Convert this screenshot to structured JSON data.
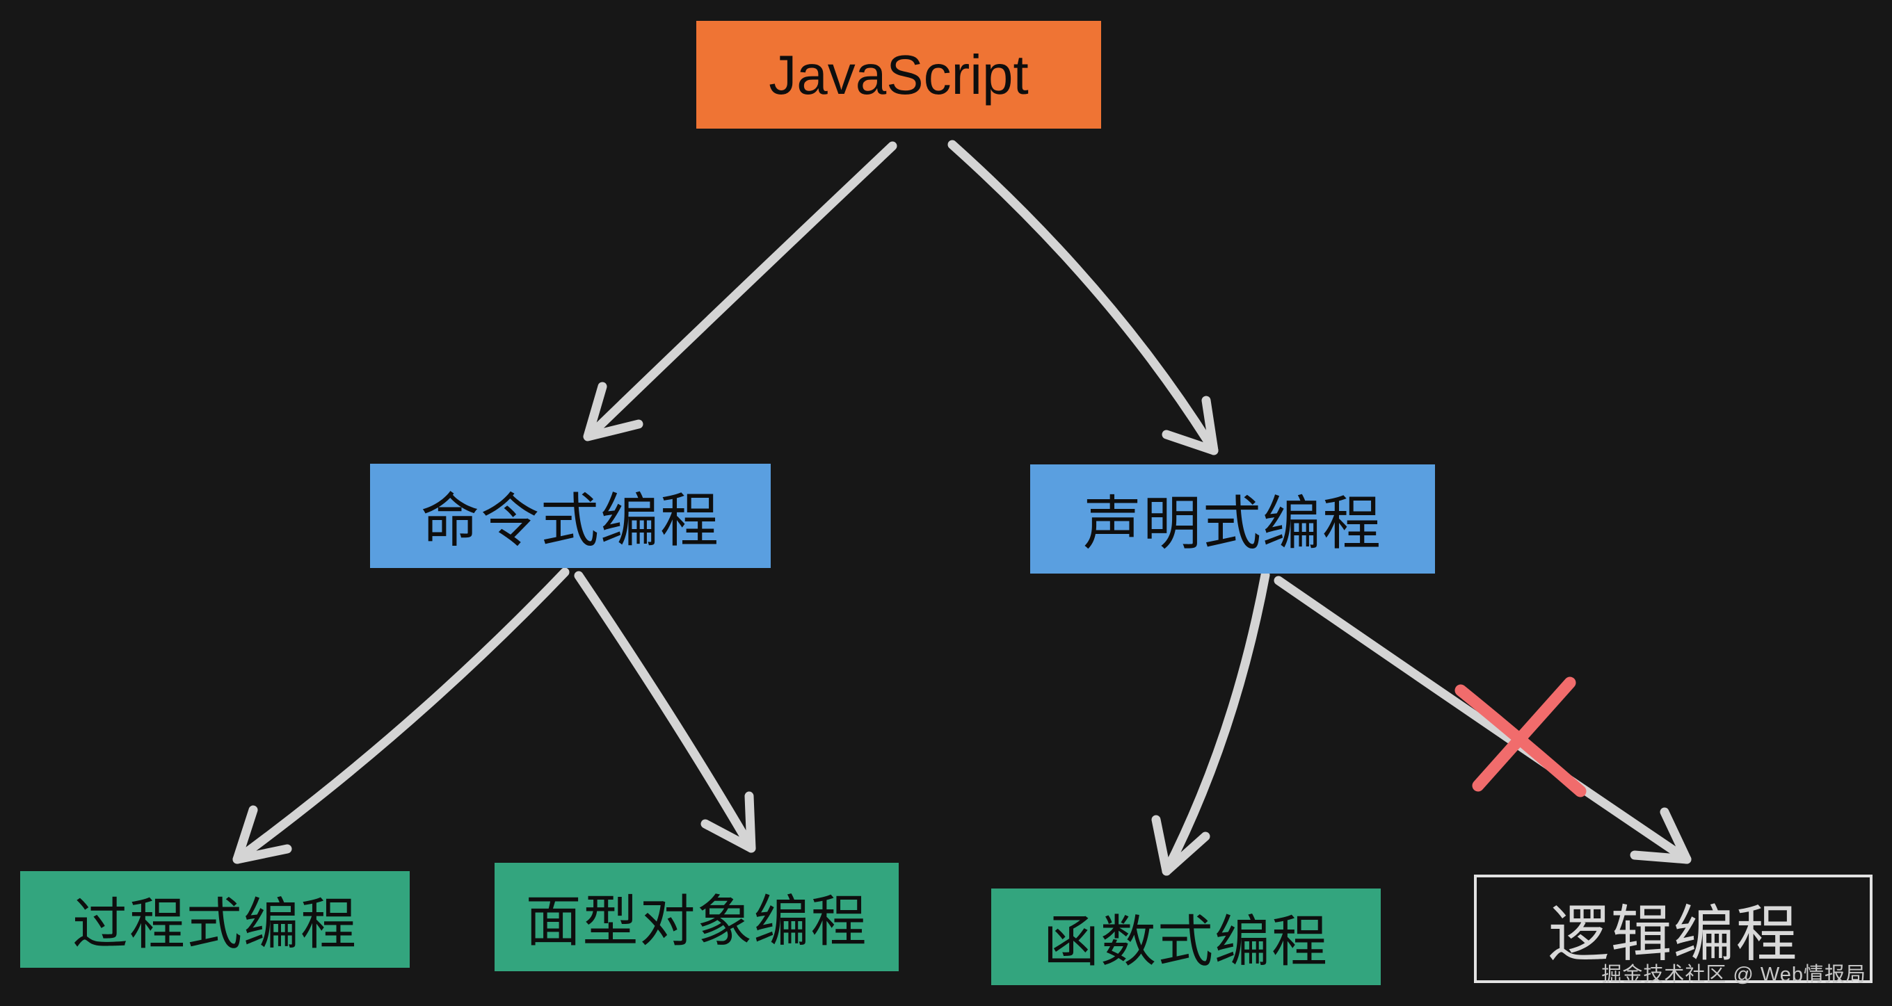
{
  "nodes": {
    "root": {
      "label": "JavaScript"
    },
    "imperative": {
      "label": "命令式编程"
    },
    "declarative": {
      "label": "声明式编程"
    },
    "procedural": {
      "label": "过程式编程"
    },
    "object_oriented": {
      "label": "面型对象编程"
    },
    "functional": {
      "label": "函数式编程"
    },
    "logic": {
      "label": "逻辑编程"
    }
  },
  "edges": [
    {
      "from": "JavaScript",
      "to": "命令式编程",
      "crossed_out": false
    },
    {
      "from": "JavaScript",
      "to": "声明式编程",
      "crossed_out": false
    },
    {
      "from": "命令式编程",
      "to": "过程式编程",
      "crossed_out": false
    },
    {
      "from": "命令式编程",
      "to": "面型对象编程",
      "crossed_out": false
    },
    {
      "from": "声明式编程",
      "to": "函数式编程",
      "crossed_out": false
    },
    {
      "from": "声明式编程",
      "to": "逻辑编程",
      "crossed_out": true
    }
  ],
  "watermark": {
    "text": "掘金技术社区 @ Web情报局"
  },
  "colors": {
    "background": "#171717",
    "root_node": "#EF7434",
    "branch_node": "#5A9FE0",
    "leaf_node": "#33A57E",
    "node_text": "#0E0E0E",
    "arrow": "#D4D4D4",
    "cross_mark": "#F16C6C",
    "logic_node_border": "#E2E2E2",
    "logic_node_text": "#D9D9D9",
    "watermark_text": "#C9C9C9"
  }
}
